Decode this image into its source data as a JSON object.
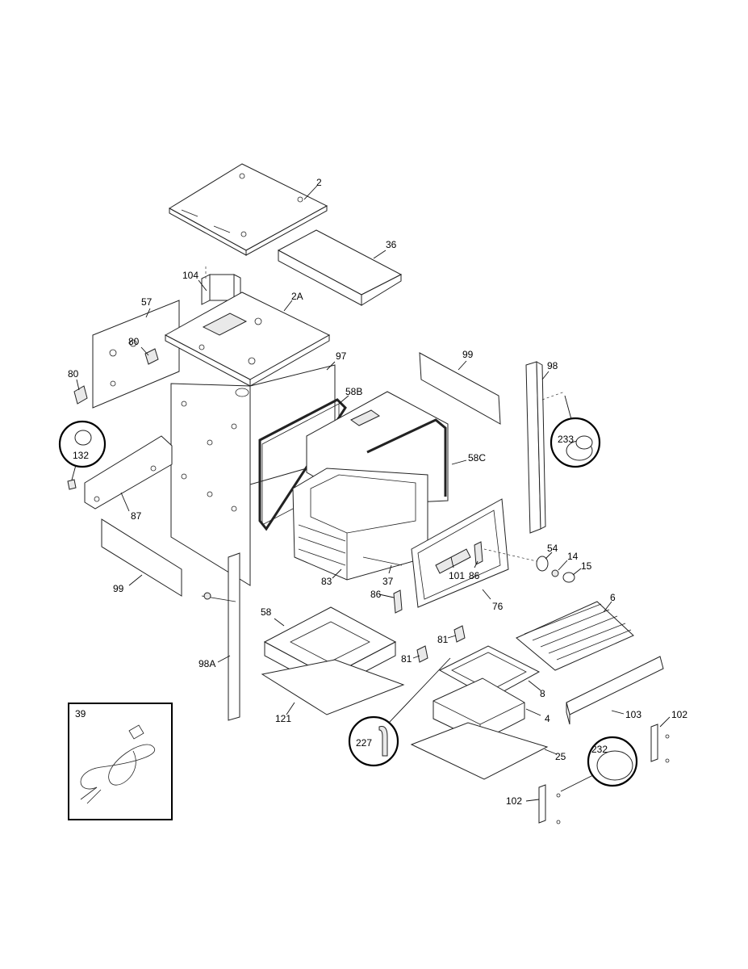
{
  "diagram": {
    "inset_label": "39",
    "part_labels": [
      {
        "id": "2",
        "text": "2"
      },
      {
        "id": "36",
        "text": "36"
      },
      {
        "id": "104",
        "text": "104"
      },
      {
        "id": "2A",
        "text": "2A"
      },
      {
        "id": "57",
        "text": "57"
      },
      {
        "id": "80a",
        "text": "80"
      },
      {
        "id": "80b",
        "text": "80"
      },
      {
        "id": "97",
        "text": "97"
      },
      {
        "id": "99a",
        "text": "99"
      },
      {
        "id": "98",
        "text": "98"
      },
      {
        "id": "58B",
        "text": "58B"
      },
      {
        "id": "233",
        "text": "233"
      },
      {
        "id": "132",
        "text": "132"
      },
      {
        "id": "58C",
        "text": "58C"
      },
      {
        "id": "87",
        "text": "87"
      },
      {
        "id": "54",
        "text": "54"
      },
      {
        "id": "14",
        "text": "14"
      },
      {
        "id": "15",
        "text": "15"
      },
      {
        "id": "99b",
        "text": "99"
      },
      {
        "id": "83",
        "text": "83"
      },
      {
        "id": "37",
        "text": "37"
      },
      {
        "id": "101",
        "text": "101"
      },
      {
        "id": "86a",
        "text": "86"
      },
      {
        "id": "86b",
        "text": "86"
      },
      {
        "id": "76",
        "text": "76"
      },
      {
        "id": "6",
        "text": "6"
      },
      {
        "id": "58",
        "text": "58"
      },
      {
        "id": "81a",
        "text": "81"
      },
      {
        "id": "81b",
        "text": "81"
      },
      {
        "id": "98A",
        "text": "98A"
      },
      {
        "id": "8",
        "text": "8"
      },
      {
        "id": "121",
        "text": "121"
      },
      {
        "id": "4",
        "text": "4"
      },
      {
        "id": "103",
        "text": "103"
      },
      {
        "id": "102a",
        "text": "102"
      },
      {
        "id": "227",
        "text": "227"
      },
      {
        "id": "232",
        "text": "232"
      },
      {
        "id": "25",
        "text": "25"
      },
      {
        "id": "102b",
        "text": "102"
      }
    ]
  }
}
